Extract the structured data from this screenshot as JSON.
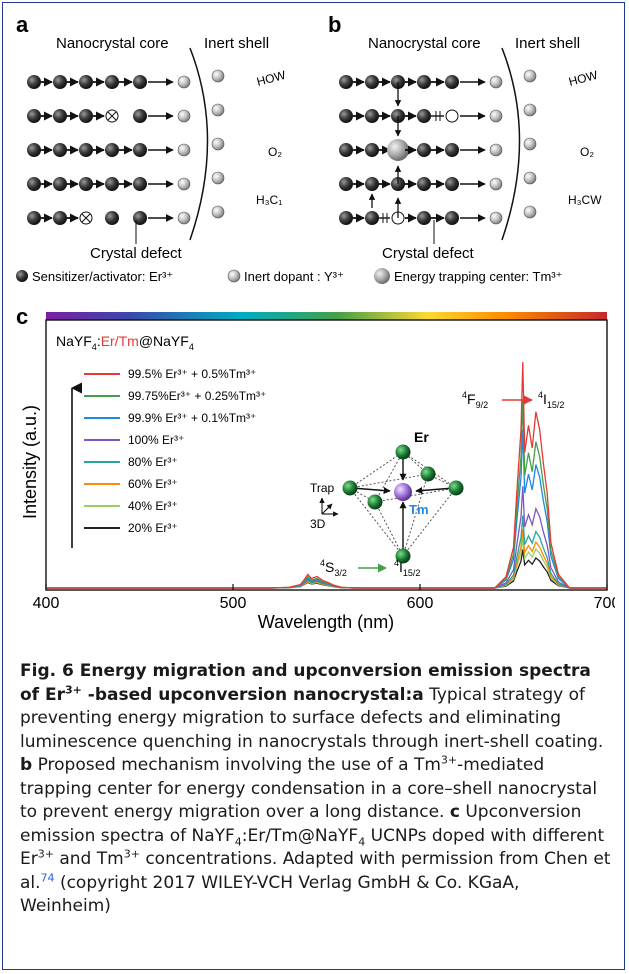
{
  "panel_a": {
    "label": "a",
    "core_label": "Nanocrystal core",
    "shell_label": "Inert shell",
    "defect_label": "Crystal defect",
    "ligands": [
      "HOW",
      "O₂",
      "H₃C₁"
    ]
  },
  "panel_b": {
    "label": "b",
    "core_label": "Nanocrystal core",
    "shell_label": "Inert shell",
    "defect_label": "Crystal defect",
    "ligands": [
      "HOW",
      "O₂",
      "H₃CW"
    ]
  },
  "legend_ab": {
    "sensitizer": "Sensitizer/activator: Er³⁺",
    "inert": "Inert dopant : Y³⁺",
    "trap": "Energy trapping center: Tm³⁺"
  },
  "panel_c": {
    "label": "c",
    "sample": {
      "p1": "NaYF",
      "p1sub": "4",
      "p2": ":",
      "p3": "Er/Tm",
      "p4": "@NaYF",
      "p4sub": "4"
    },
    "inset": {
      "er": "Er",
      "tm": "Tm",
      "trap": "Trap",
      "dim": "3D"
    },
    "band1": {
      "main": "S",
      "sup1": "4",
      "sub1": "3/2",
      "sup2": "4",
      "tail": "I",
      "sub2": "15/2"
    },
    "band2": {
      "main": "F",
      "sup1": "4",
      "sub1": "9/2",
      "sup2": "4",
      "tail": "I",
      "sub2": "15/2"
    }
  },
  "chart_data": {
    "type": "line",
    "xlabel": "Wavelength (nm)",
    "ylabel": "Intensity (a.u.)",
    "xlim": [
      400,
      700
    ],
    "xticks": [
      400,
      500,
      600,
      700
    ],
    "legend_position": "top-left",
    "series": [
      {
        "name": "99.5% Er³⁺ + 0.5%Tm³⁺",
        "color": "#e53935",
        "peak_660": 1.0,
        "peak_540": 0.06
      },
      {
        "name": "99.75%Er³⁺ + 0.25%Tm³⁺",
        "color": "#43a047",
        "peak_660": 0.83,
        "peak_540": 0.05
      },
      {
        "name": "99.9% Er³⁺ + 0.1%Tm³⁺",
        "color": "#1e88e5",
        "peak_660": 0.7,
        "peak_540": 0.045
      },
      {
        "name": "100% Er³⁺",
        "color": "#7e57c2",
        "peak_660": 0.45,
        "peak_540": 0.04
      },
      {
        "name": "80%  Er³⁺",
        "color": "#26a69a",
        "peak_660": 0.32,
        "peak_540": 0.035
      },
      {
        "name": "60%  Er³⁺",
        "color": "#fb8c00",
        "peak_660": 0.26,
        "peak_540": 0.03
      },
      {
        "name": "40%  Er³⁺",
        "color": "#9ccc65",
        "peak_660": 0.22,
        "peak_540": 0.028
      },
      {
        "name": "20%  Er³⁺",
        "color": "#212121",
        "peak_660": 0.17,
        "peak_540": 0.025
      }
    ]
  },
  "caption": {
    "title": "Fig. 6 Energy migration and upconversion emission spectra of",
    "title_ion": "Er",
    "title_ion_sup": "3+",
    "title_tail": " -based upconversion nanocrystal:",
    "a_label": "a",
    "a_text": " Typical strategy of preventing energy migration to surface defects and eliminating luminescence quenching in nanocrystals through inert-shell coating.",
    "b_label": "b",
    "b_text_1": " Proposed mechanism involving the use of a Tm",
    "b_sup": "3+",
    "b_text_2": "-mediated trapping center for energy condensation in a core–shell nanocrystal to prevent energy migration over a long distance.",
    "c_label": "c",
    "c_text_1": " Upconversion emission spectra of NaYF",
    "c_sub_1": "4",
    "c_text_2": ":Er/Tm@NaYF",
    "c_sub_2": "4",
    "c_text_3": " UCNPs doped with different Er",
    "c_sup_1": "3+",
    "c_text_4": " and Tm",
    "c_sup_2": "3+",
    "c_text_5": " concentrations. Adapted with permission from Chen et al.",
    "c_ref": "74",
    "c_text_6": " (copyright 2017 WILEY-VCH Verlag GmbH & Co. KGaA, Weinheim)"
  }
}
